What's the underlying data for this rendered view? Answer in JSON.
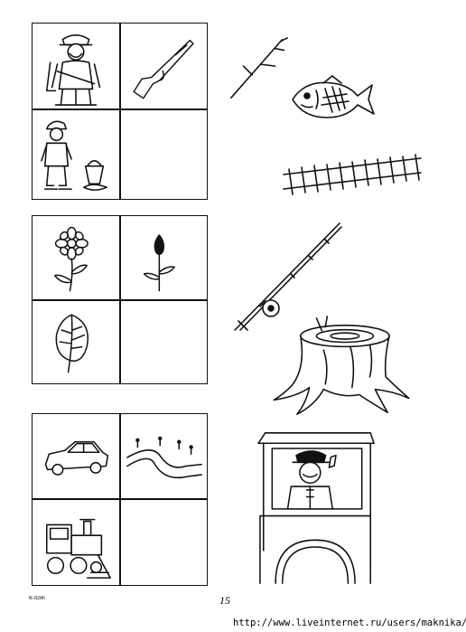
{
  "footer": {
    "page_number": "15",
    "print_code": "К-8286",
    "watermark": "http://www.liveinternet.ru/users/maknika/"
  },
  "exercise_grids": [
    {
      "cells": [
        "hunter-with-cartridge-belt",
        "rifle",
        "fisherman-with-bucket",
        "empty"
      ]
    },
    {
      "cells": [
        "open-flower",
        "flower-bud",
        "leaf",
        "empty"
      ]
    },
    {
      "cells": [
        "car",
        "winding-road",
        "steam-locomotive",
        "empty"
      ]
    }
  ],
  "answer_pictures": [
    "twig",
    "fish",
    "railway-track",
    "fishing-rod",
    "tree-stump",
    "train-driver-in-cab"
  ]
}
